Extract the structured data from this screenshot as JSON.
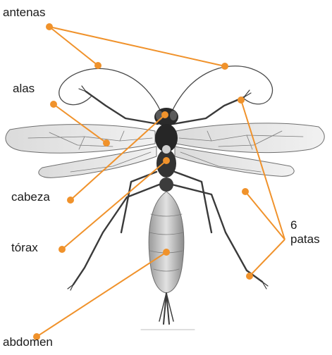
{
  "labels": {
    "antennae": "antenas",
    "wings": "alas",
    "head": "cabeza",
    "thorax": "tórax",
    "legs_count": "6",
    "legs": "patas",
    "abdomen": "abdomen"
  },
  "colors": {
    "leader": "#F0922B",
    "text": "#1a1a1a",
    "insect_dark": "#2a2a2a",
    "insect_mid": "#8a8a8a",
    "wing_fill": "#dcdcdc"
  }
}
